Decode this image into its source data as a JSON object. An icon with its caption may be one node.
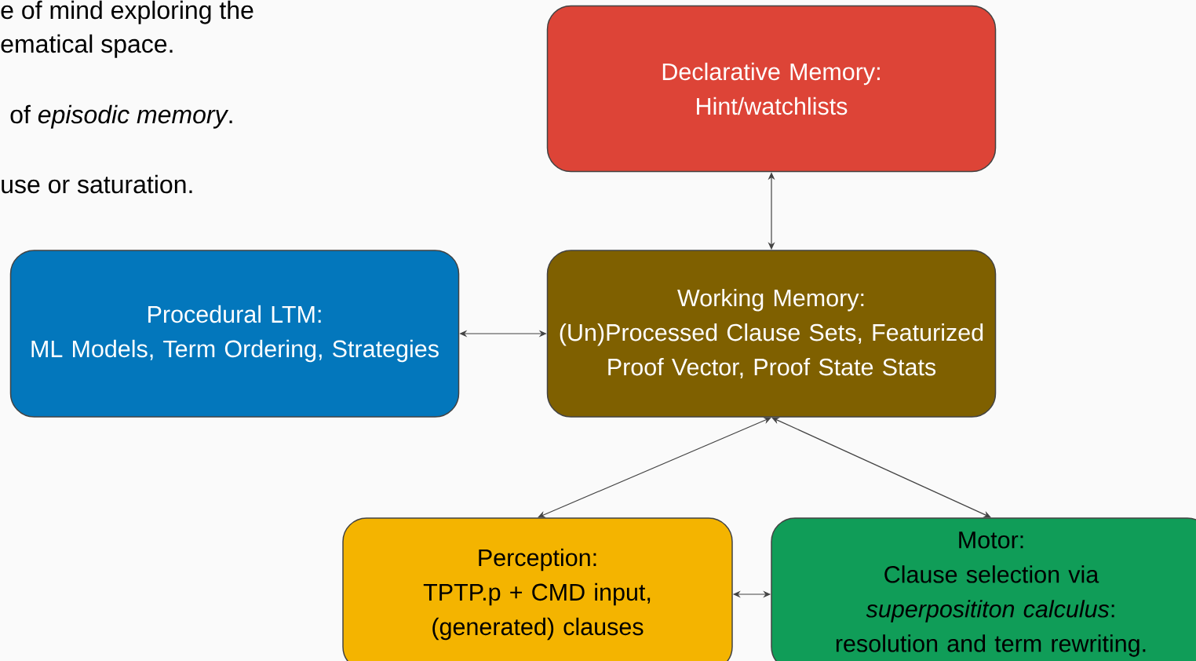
{
  "diagram": {
    "nodes": [
      {
        "text": [
          "Declarative Memory:",
          "Hint/watchlists"
        ]
      },
      {
        "text": [
          "Procedural LTM:",
          "ML Models, Term Ordering, Strategies"
        ]
      },
      {
        "text": [
          "Working Memory:",
          "(Un)Processed Clause Sets, Featurized Proof Vector, Proof State Stats"
        ]
      },
      {
        "text": [
          "Perception:",
          "TPTP.p + CMD input, (generated) clauses"
        ]
      },
      {
        "text": [
          "Motor:",
          "Clause selection via *superposititon calculus*: resolution and term rewriting."
        ]
      }
    ],
    "edges": [
      {
        "from": 0,
        "to": 2,
        "arrow": "both"
      },
      {
        "from": 1,
        "to": 2,
        "arrow": "both"
      },
      {
        "from": 2,
        "to": 3,
        "arrow": "both"
      },
      {
        "from": 2,
        "to": 4,
        "arrow": "both"
      },
      {
        "from": 3,
        "to": 4,
        "arrow": "both"
      }
    ],
    "labels": [
      "e of mind exploring the",
      "ematical space.",
      "of *episodic memory*.",
      "use or saturation."
    ]
  }
}
